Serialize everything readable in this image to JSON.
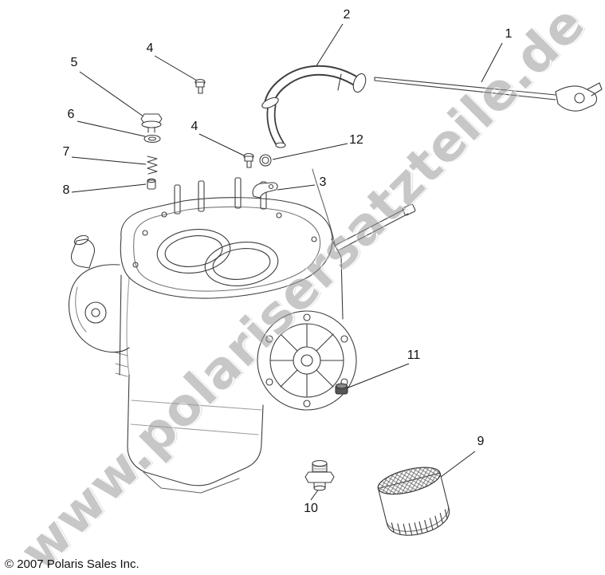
{
  "watermark": {
    "text": "www.polarisersatzteile.de"
  },
  "footer": {
    "copyright": "© 2007 Polaris Sales Inc."
  },
  "diagram": {
    "callouts": [
      {
        "label": "2"
      },
      {
        "label": "1"
      },
      {
        "label": "4"
      },
      {
        "label": "5"
      },
      {
        "label": "6"
      },
      {
        "label": "4"
      },
      {
        "label": "12"
      },
      {
        "label": "7"
      },
      {
        "label": "3"
      },
      {
        "label": "8"
      },
      {
        "label": "11"
      },
      {
        "label": "9"
      },
      {
        "label": "10"
      }
    ]
  }
}
